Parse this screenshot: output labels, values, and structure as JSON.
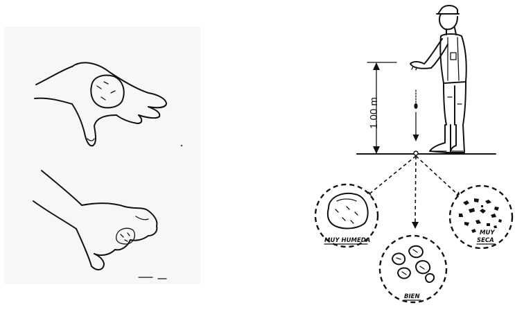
{
  "measurement": {
    "height_label": "1.00 m"
  },
  "soil_samples": {
    "very_wet": "MUY HUMEDA",
    "good": "BIEN",
    "very_dry_line1": "MUY",
    "very_dry_line2": "SECA"
  },
  "colors": {
    "ink": "#111111",
    "background": "#ffffff",
    "panel_shade": "#f7f7f7"
  },
  "icons": {
    "top_hand": "open-hand-holding-soil-ball-icon",
    "bottom_hand": "closed-fist-squeezing-soil-icon",
    "figure": "standing-farmer-icon",
    "drop_arrow": "falling-soil-arrow-icon"
  }
}
